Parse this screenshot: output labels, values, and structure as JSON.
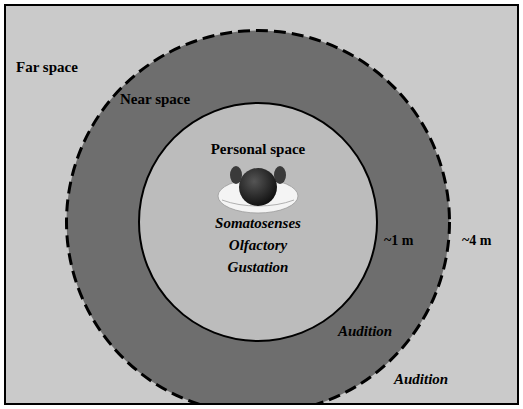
{
  "diagram": {
    "nodes": [
      {
        "text": [
          "Far space",
          "Audition"
        ]
      },
      {
        "text": [
          "Near space",
          "Audition"
        ],
        "in": 0
      },
      {
        "text": [
          "Personal space",
          "Somatosenses Olfactory Gustation"
        ],
        "in": 1
      }
    ],
    "labels": [
      "~1 m",
      "~4 m"
    ]
  }
}
